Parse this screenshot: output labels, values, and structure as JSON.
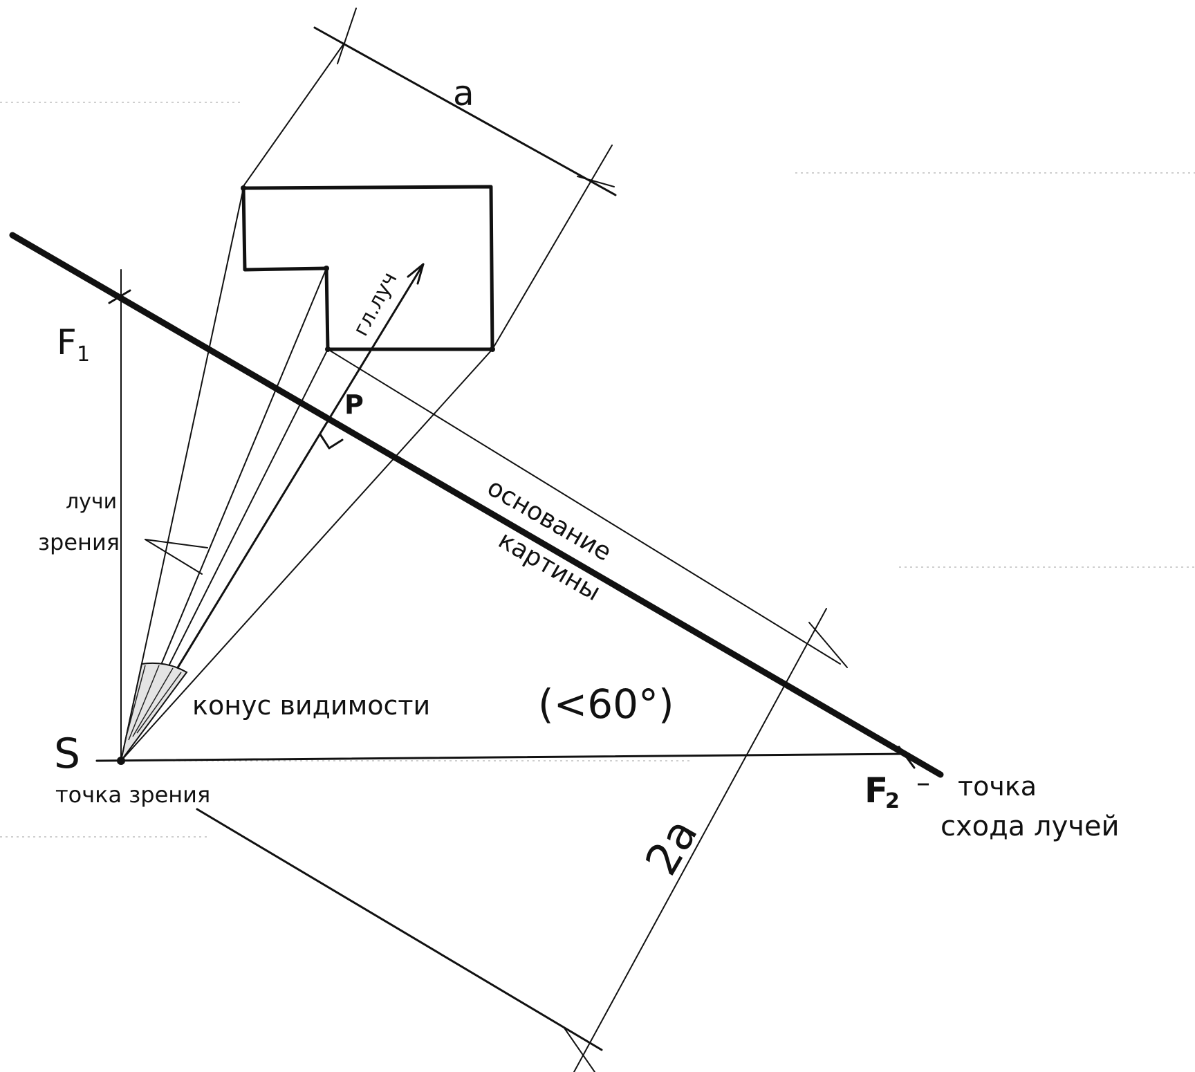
{
  "labels": {
    "a": "a",
    "two_a": "2a",
    "f1": "F",
    "f1_sub": "1",
    "f2": "F",
    "f2_sub": "2",
    "p": "P",
    "s": "S",
    "main_ray": "гл.луч",
    "rays_line1": "лучи",
    "rays_line2": "зрения",
    "cone": "конус видимости",
    "cone_angle": "(<60°)",
    "viewpoint": "точка зрения",
    "base_line1": "основание",
    "base_line2": "картины",
    "dash": "–",
    "vanish_line1": "точка",
    "vanish_line2": "схода лучей"
  }
}
